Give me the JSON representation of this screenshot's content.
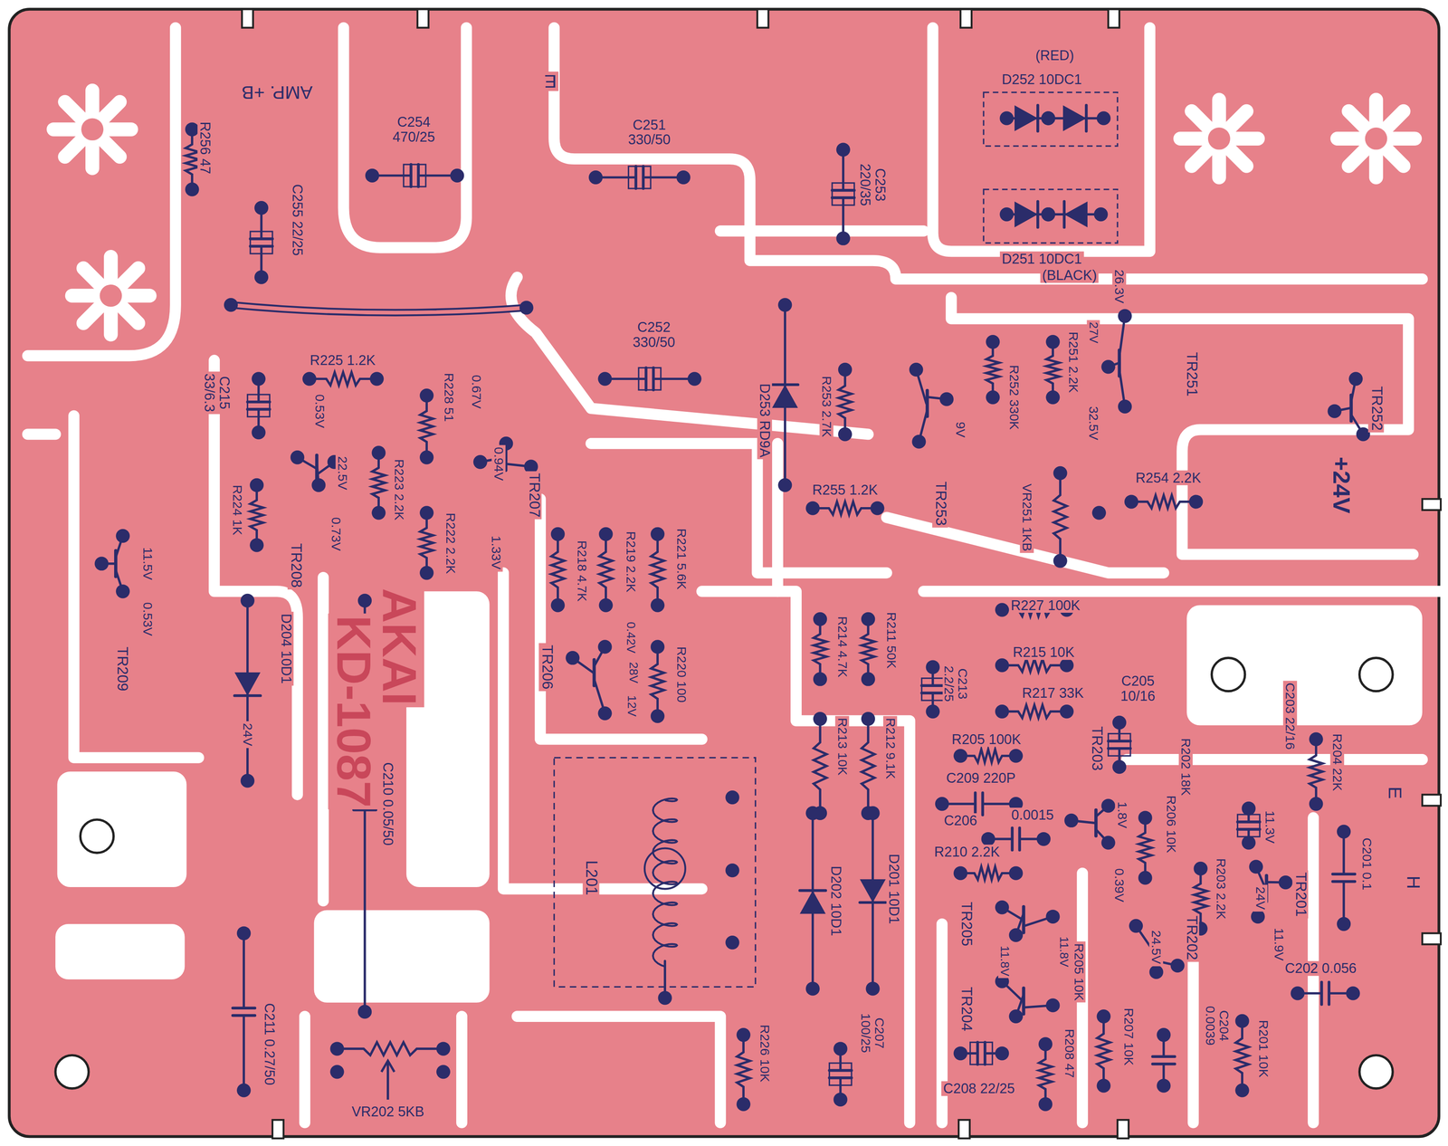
{
  "diagram": {
    "labels": [
      "AMP. +B",
      "E",
      "R256 47",
      "C254 470/25",
      "C255 22/25",
      "C251 330/50",
      "C253 220/35",
      "(RED)",
      "D252 10DC1",
      "D251 10DC1",
      "(BLACK)",
      "C252 330/50",
      "C215 33/6.3",
      "R225 1.2K",
      "0.53V",
      "R228 51",
      "0.67V",
      "0.94V",
      "TR207",
      "R223 2.2K",
      "22.5V",
      "0.73V",
      "R222 2.2K",
      "1.33V",
      "R224 1K",
      "TR208",
      "11.5V",
      "0.53V",
      "TR209",
      "D204 10D1",
      "24V",
      "AKAI",
      "KD-1087",
      "C210 0.05/50",
      "R218 4.7K",
      "R219 2.2K",
      "0.42V",
      "28V",
      "12V",
      "R221 5.6K",
      "R220 100",
      "TR206",
      "D253 RD9A",
      "R253 2.7K",
      "R255 1.2K",
      "9V",
      "TR253",
      "R252 330K",
      "R251 2.2K",
      "26.3V",
      "27V",
      "32.5V",
      "TR251",
      "VR251 1KB",
      "R254 2.2K",
      "TR252",
      "+24V",
      "R227 100K",
      "R215 10K",
      "R217 33K",
      "C205 10/16",
      "R214 4.7K",
      "R213 10K",
      "R211 50K",
      "R212 9.1K",
      "C213 2.2/25",
      "R205 100K",
      "TR203",
      "C209 220P",
      "C206",
      "0.0015",
      "R210 2.2K",
      "1.8V",
      "0.39V",
      "R206 10K",
      "R202 18K",
      "C203 22/16",
      "R204 22K",
      "11.3V",
      "R203 2.2K",
      "24V",
      "TR201",
      "11.9V",
      "C201 0.1",
      "E",
      "H",
      "C202 0.056",
      "D202 10D1",
      "D201 10D1",
      "TR205",
      "TR204",
      "11.8V",
      "11.8V",
      "R205 10K",
      "24.5V",
      "TR202",
      "C204 0.0039",
      "R201 10K",
      "R207 10K",
      "R208 47",
      "C208 22/25",
      "C207 100/25",
      "R226 10K",
      "L201",
      "C211 0.27/50",
      "VR202 5KB"
    ]
  }
}
